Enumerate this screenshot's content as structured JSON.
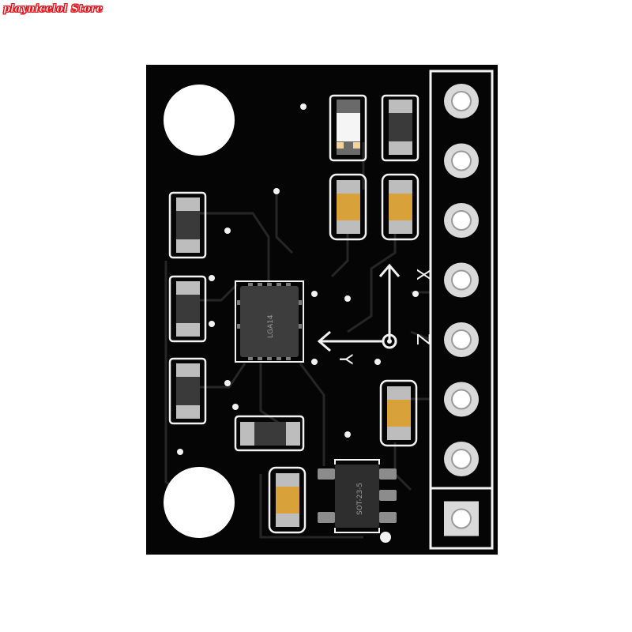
{
  "watermark": {
    "text": "playnicelol Store"
  },
  "board": {
    "main_chip_label": "LGA14",
    "regulator_label": "SOT-23-5",
    "axis_labels": {
      "x": "X",
      "y": "Y",
      "z": "Z"
    },
    "header_pin_count": 8,
    "colors": {
      "pcb": "#050505",
      "silkscreen": "#f2f2f2",
      "capacitor_body": "#d8a13a",
      "resistor_body": "#3a3a3a",
      "led_body": "#f5f5f5",
      "pad": "#bdbdbd"
    }
  }
}
